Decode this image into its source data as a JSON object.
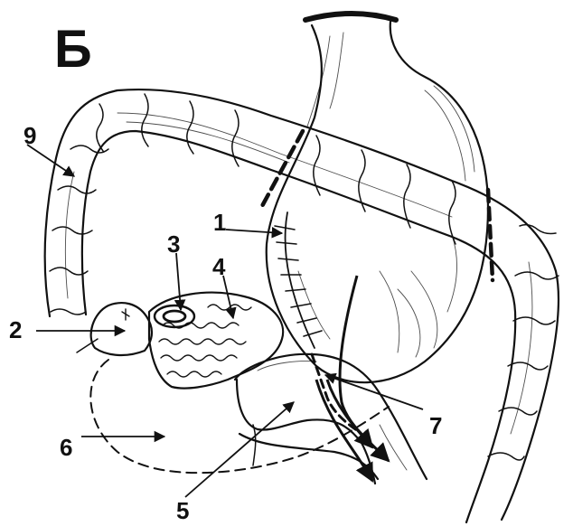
{
  "figure": {
    "panel_letter": "Б",
    "labels": [
      "1",
      "2",
      "3",
      "4",
      "5",
      "6",
      "7",
      "9"
    ]
  },
  "colors": {
    "ink": "#111111",
    "paper": "#ffffff"
  }
}
